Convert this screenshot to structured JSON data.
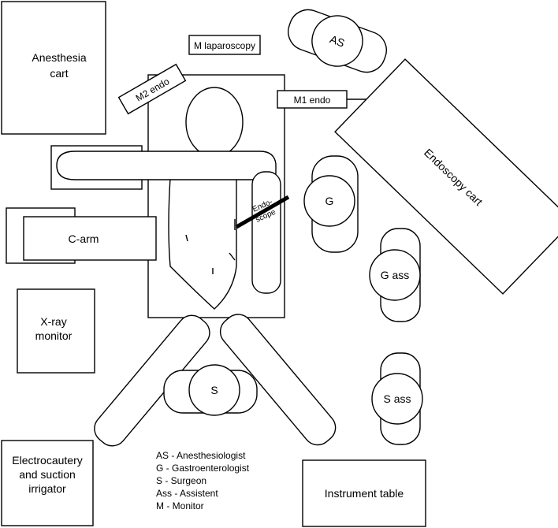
{
  "labels": {
    "anesthesia_cart_1": "Anesthesia",
    "anesthesia_cart_2": "cart",
    "m_laparoscopy": "M laparoscopy",
    "m2_endo": "M2 endo",
    "m1_endo": "M1 endo",
    "endoscopy_cart": "Endoscopy cart",
    "as": "AS",
    "g": "G",
    "g_ass": "G ass",
    "s_ass": "S ass",
    "s": "S",
    "c_arm": "C-arm",
    "xray_1": "X-ray",
    "xray_2": "monitor",
    "electro_1": "Electrocautery",
    "electro_2": "and suction",
    "electro_3": "irrigator",
    "instrument_table": "Instrument table",
    "endoscope_1": "Endo-",
    "endoscope_2": "scope"
  },
  "legend": [
    "AS - Anesthesiologist",
    "G - Gastroenterologist",
    "S - Surgeon",
    "Ass - Assistent",
    "M - Monitor"
  ]
}
